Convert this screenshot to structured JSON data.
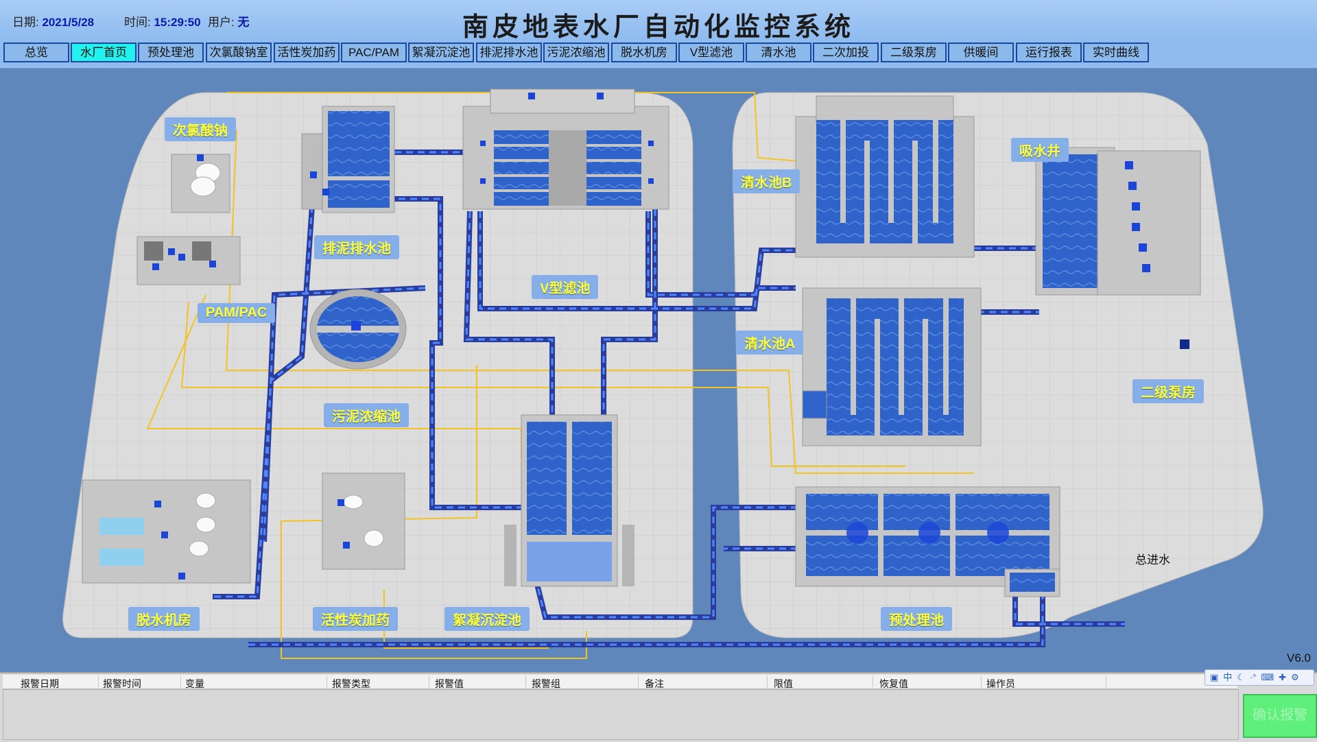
{
  "header": {
    "date_label": "日期:",
    "date_value": "2021/5/28",
    "time_label": "时间:",
    "time_value": "15:29:50",
    "user_label": "用户:",
    "user_value": "无",
    "title": "南皮地表水厂自动化监控系统"
  },
  "nav": {
    "items": [
      "总览",
      "水厂首页",
      "预处理池",
      "次氯酸钠室",
      "活性炭加药",
      "PAC/PAM",
      "絮凝沉淀池",
      "排泥排水池",
      "污泥浓缩池",
      "脱水机房",
      "V型滤池",
      "清水池",
      "二次加投",
      "二级泵房",
      "供暖间",
      "运行报表",
      "实时曲线"
    ],
    "active_index": 1
  },
  "scene": {
    "labels": {
      "sodium_hypochlorite": "次氯酸钠",
      "pam_pac": "PAM/PAC",
      "sludge_drain_pool": "排泥排水池",
      "v_filter": "V型滤池",
      "clear_pool_b": "清水池B",
      "clear_pool_a": "清水池A",
      "suction_well": "吸水井",
      "secondary_pump": "二级泵房",
      "sludge_thickener": "污泥浓缩池",
      "dewatering_room": "脱水机房",
      "activated_carbon": "活性炭加药",
      "flocculation": "絮凝沉淀池",
      "pretreatment": "预处理池"
    },
    "intake_label": "总进水",
    "version": "V6.0",
    "colors": {
      "ground": "#dcdcdc",
      "water": "#2f63c9",
      "pipe_main": "#2a3d9c",
      "pipe_chem": "#f3c421",
      "label_bg": "#86aee8",
      "label_text": "#ffff3a"
    }
  },
  "alarm": {
    "columns": [
      "报警日期",
      "报警时间",
      "变量",
      "报警类型",
      "报警值",
      "报警组",
      "备注",
      "限值",
      "恢复值",
      "操作员"
    ],
    "ack_button": "确认报警"
  },
  "ime": {
    "icons": [
      "ime-logo-icon",
      "chinese-mode",
      "moon-icon",
      "punctuation-icon",
      "keyboard-icon",
      "plus-icon",
      "wrench-icon"
    ],
    "chinese_mode": "中"
  }
}
